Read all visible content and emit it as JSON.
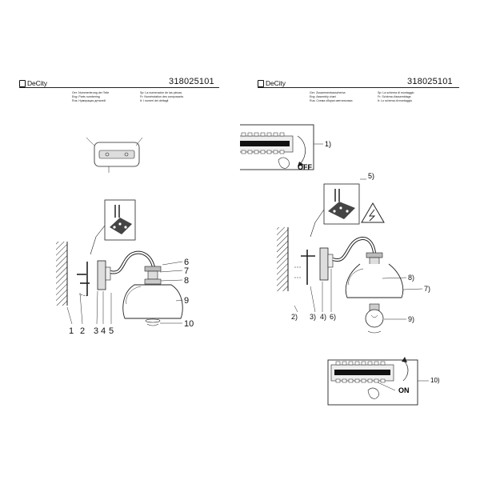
{
  "left": {
    "logo_text": "DeCity",
    "code": "318025101",
    "lang_col1": [
      "Ger: Nummerierung der Teile",
      "Eng: Parts numbering",
      "Rus: Нумерация деталей"
    ],
    "lang_col2": [
      "Sp: La numeración de las piezas",
      "Fr: Numérotation des composants",
      "It: I numeri dei dettagli"
    ],
    "labels": [
      "1",
      "2",
      "3",
      "4",
      "5",
      "6",
      "7",
      "8",
      "9",
      "10"
    ]
  },
  "right": {
    "logo_text": "DeCity",
    "code": "318025101",
    "lang_col1": [
      "Ger: Zusammenbauschema",
      "Eng: Assembly chart",
      "Rus: Схема сборки светильника"
    ],
    "lang_col2": [
      "Sp: La schema di montaggio",
      "Fr: Schéma d'assemblage",
      "It: Lo schema di montaggio"
    ],
    "step_labels": [
      "1)",
      "2)",
      "3)",
      "4)",
      "5)",
      "6)",
      "7)",
      "8)",
      "9)",
      "10)"
    ],
    "off_label": "OFF",
    "on_label": "ON"
  }
}
